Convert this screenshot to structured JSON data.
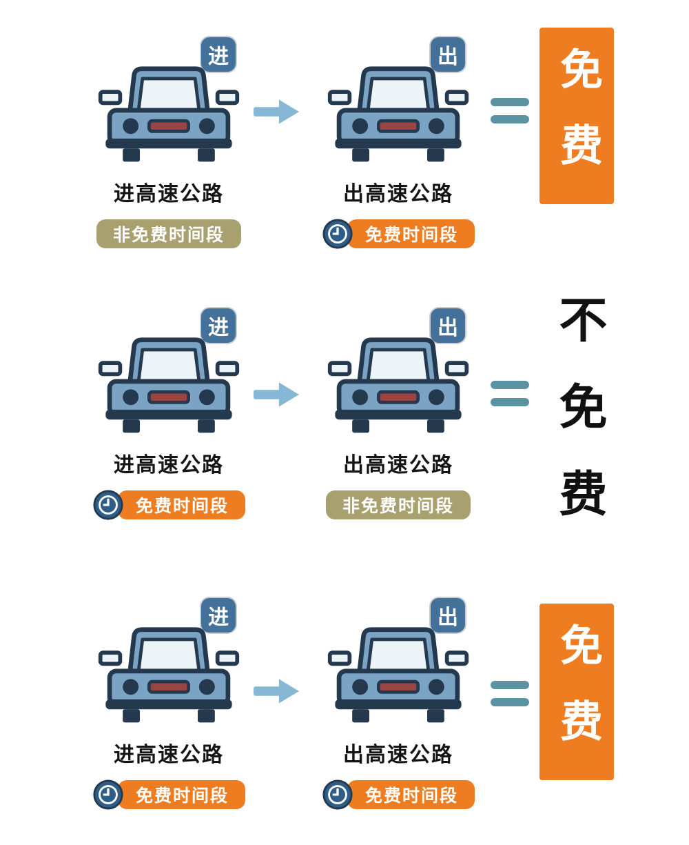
{
  "colors": {
    "background": "#FFFFFF",
    "orange": "#EE7D22",
    "olive": "#A9A070",
    "car_body": "#7BA4C4",
    "car_dark": "#24384E",
    "windshield": "#EDF4F8",
    "grille": "#9A4444",
    "tag_bg": "#44719A",
    "clock_bg": "#2E5E87",
    "arrow": "#86B8D6",
    "equals": "#5B93A3",
    "text_dark": "#111111"
  },
  "icons": {
    "car": "car-front-icon",
    "clock": "clock-icon",
    "arrow": "arrow-right-icon",
    "equals": "equals-icon"
  },
  "rows": [
    {
      "left": {
        "tag": "进",
        "caption": "进高速公路",
        "badge": {
          "text": "非免费时间段",
          "type": "olive",
          "clock": false
        }
      },
      "right": {
        "tag": "出",
        "caption": "出高速公路",
        "badge": {
          "text": "免费时间段",
          "type": "orange",
          "clock": true
        }
      },
      "result": {
        "text": "免费",
        "style": "orange-box"
      }
    },
    {
      "left": {
        "tag": "进",
        "caption": "进高速公路",
        "badge": {
          "text": "免费时间段",
          "type": "orange",
          "clock": true
        }
      },
      "right": {
        "tag": "出",
        "caption": "出高速公路",
        "badge": {
          "text": "非免费时间段",
          "type": "olive",
          "clock": false
        }
      },
      "result": {
        "text": "不免费",
        "style": "black-text"
      }
    },
    {
      "left": {
        "tag": "进",
        "caption": "进高速公路",
        "badge": {
          "text": "免费时间段",
          "type": "orange",
          "clock": true
        }
      },
      "right": {
        "tag": "出",
        "caption": "出高速公路",
        "badge": {
          "text": "免费时间段",
          "type": "orange",
          "clock": true
        }
      },
      "result": {
        "text": "免费",
        "style": "orange-box"
      }
    }
  ]
}
